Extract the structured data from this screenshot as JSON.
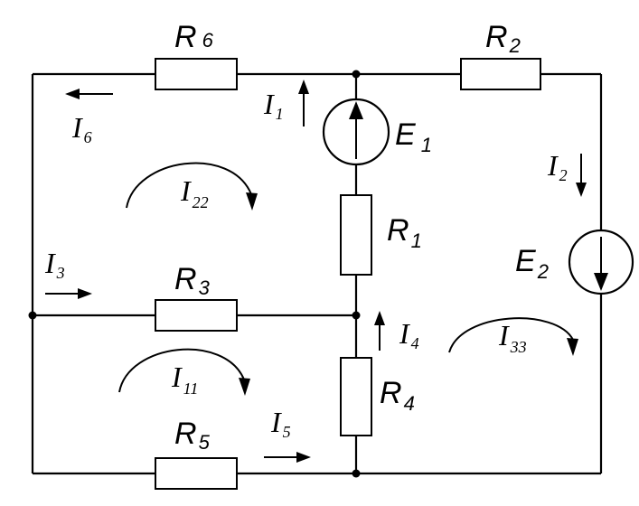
{
  "diagram": {
    "resistors": [
      {
        "id": "R6",
        "letter": "R",
        "sub": "6"
      },
      {
        "id": "R2",
        "letter": "R",
        "sub": "2"
      },
      {
        "id": "R1",
        "letter": "R",
        "sub": "1"
      },
      {
        "id": "R3",
        "letter": "R",
        "sub": "3"
      },
      {
        "id": "R4",
        "letter": "R",
        "sub": "4"
      },
      {
        "id": "R5",
        "letter": "R",
        "sub": "5"
      }
    ],
    "sources": [
      {
        "id": "E1",
        "letter": "E",
        "sub": "1"
      },
      {
        "id": "E2",
        "letter": "E",
        "sub": "2"
      }
    ],
    "currents": [
      {
        "id": "I1",
        "letter": "I",
        "sub": "1"
      },
      {
        "id": "I2",
        "letter": "I",
        "sub": "2"
      },
      {
        "id": "I3",
        "letter": "I",
        "sub": "3"
      },
      {
        "id": "I4",
        "letter": "I",
        "sub": "4"
      },
      {
        "id": "I5",
        "letter": "I",
        "sub": "5"
      },
      {
        "id": "I6",
        "letter": "I",
        "sub": "6"
      }
    ],
    "loop_currents": [
      {
        "id": "I11",
        "letter": "I",
        "sub": "11"
      },
      {
        "id": "I22",
        "letter": "I",
        "sub": "22"
      },
      {
        "id": "I33",
        "letter": "I",
        "sub": "33"
      }
    ]
  }
}
